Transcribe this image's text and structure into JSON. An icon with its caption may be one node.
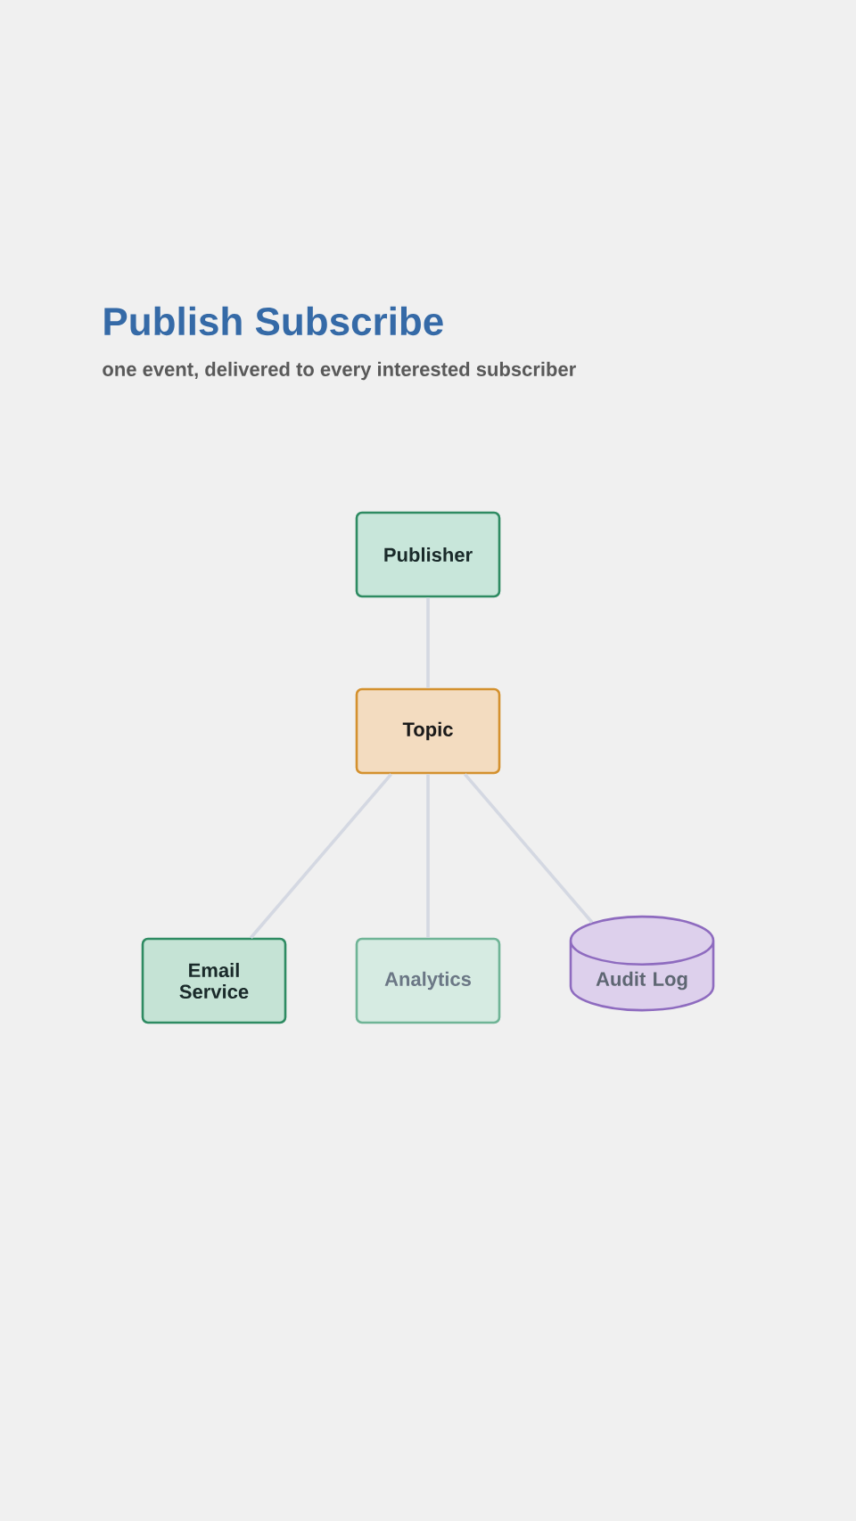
{
  "diagram": {
    "title": "Publish Subscribe",
    "caption": "one event, delivered to every interested subscriber",
    "nodes": [
      {
        "text": [
          "Publisher"
        ]
      },
      {
        "text": [
          "Topic"
        ]
      },
      {
        "text": [
          "Email Service"
        ]
      },
      {
        "text": [
          "Analytics"
        ]
      },
      {
        "text": [
          "Audit Log"
        ]
      }
    ],
    "edges": [
      {
        "from": 0,
        "to": 1,
        "arrow": "none"
      },
      {
        "from": 1,
        "to": 2,
        "arrow": "none"
      },
      {
        "from": 1,
        "to": 3,
        "arrow": "none"
      },
      {
        "from": 1,
        "to": 4,
        "arrow": "none"
      }
    ]
  }
}
